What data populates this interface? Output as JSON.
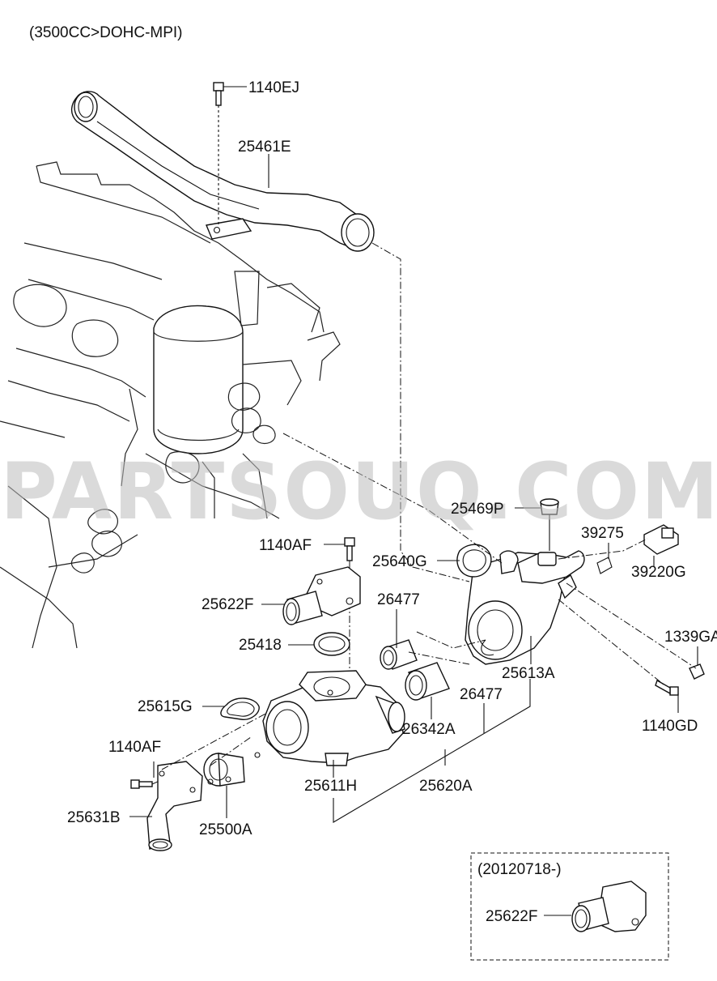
{
  "header": {
    "variant": "(3500CC>DOHC-MPI)"
  },
  "watermark": "PARTSOUQ.COM",
  "inset": {
    "date_range": "(20120718-)"
  },
  "callouts": {
    "c1140EJ": "1140EJ",
    "c25461E": "25461E",
    "c25469P": "25469P",
    "c39275": "39275",
    "c39220G": "39220G",
    "c25640G": "25640G",
    "c1140AF_top": "1140AF",
    "c25622F": "25622F",
    "c26477_a": "26477",
    "c25418": "25418",
    "c1339GA": "1339GA",
    "c25613A": "25613A",
    "c26477_b": "26477",
    "c25615G": "25615G",
    "c1140GD": "1140GD",
    "c26342A": "26342A",
    "c1140AF_bottom": "1140AF",
    "c25620A": "25620A",
    "c25611H": "25611H",
    "c25631B": "25631B",
    "c25500A": "25500A",
    "c25622F_inset": "25622F"
  }
}
